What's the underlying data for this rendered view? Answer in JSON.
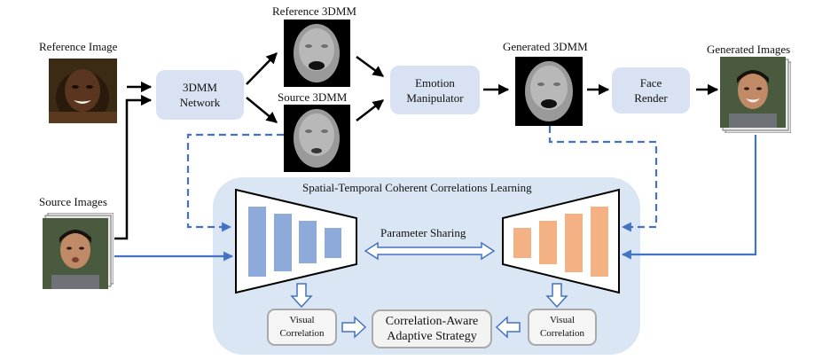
{
  "labels": {
    "reference_image": "Reference Image",
    "source_images": "Source Images",
    "reference_3dmm": "Reference 3DMM",
    "source_3dmm": "Source 3DMM",
    "generated_3dmm": "Generated 3DMM",
    "generated_images": "Generated Images"
  },
  "boxes": {
    "network": [
      "3DMM",
      "Network"
    ],
    "emotion": [
      "Emotion",
      "Manipulator"
    ],
    "face_render": [
      "Face",
      "Render"
    ]
  },
  "module": {
    "title": "Spatial-Temporal Coherent Correlations Learning",
    "parameter_sharing": "Parameter Sharing",
    "visual_left": [
      "Visual",
      "Correlation"
    ],
    "visual_right": [
      "Visual",
      "Correlation"
    ],
    "correlation_aware": [
      "Correlation-Aware",
      "Adaptive Strategy"
    ]
  },
  "colors": {
    "box_fill": "#d9e2f3",
    "module_fill": "#dbe6f4",
    "encoder_bars": "#8eaadb",
    "decoder_bars": "#f4b183",
    "flow_blue": "#4472c4"
  }
}
